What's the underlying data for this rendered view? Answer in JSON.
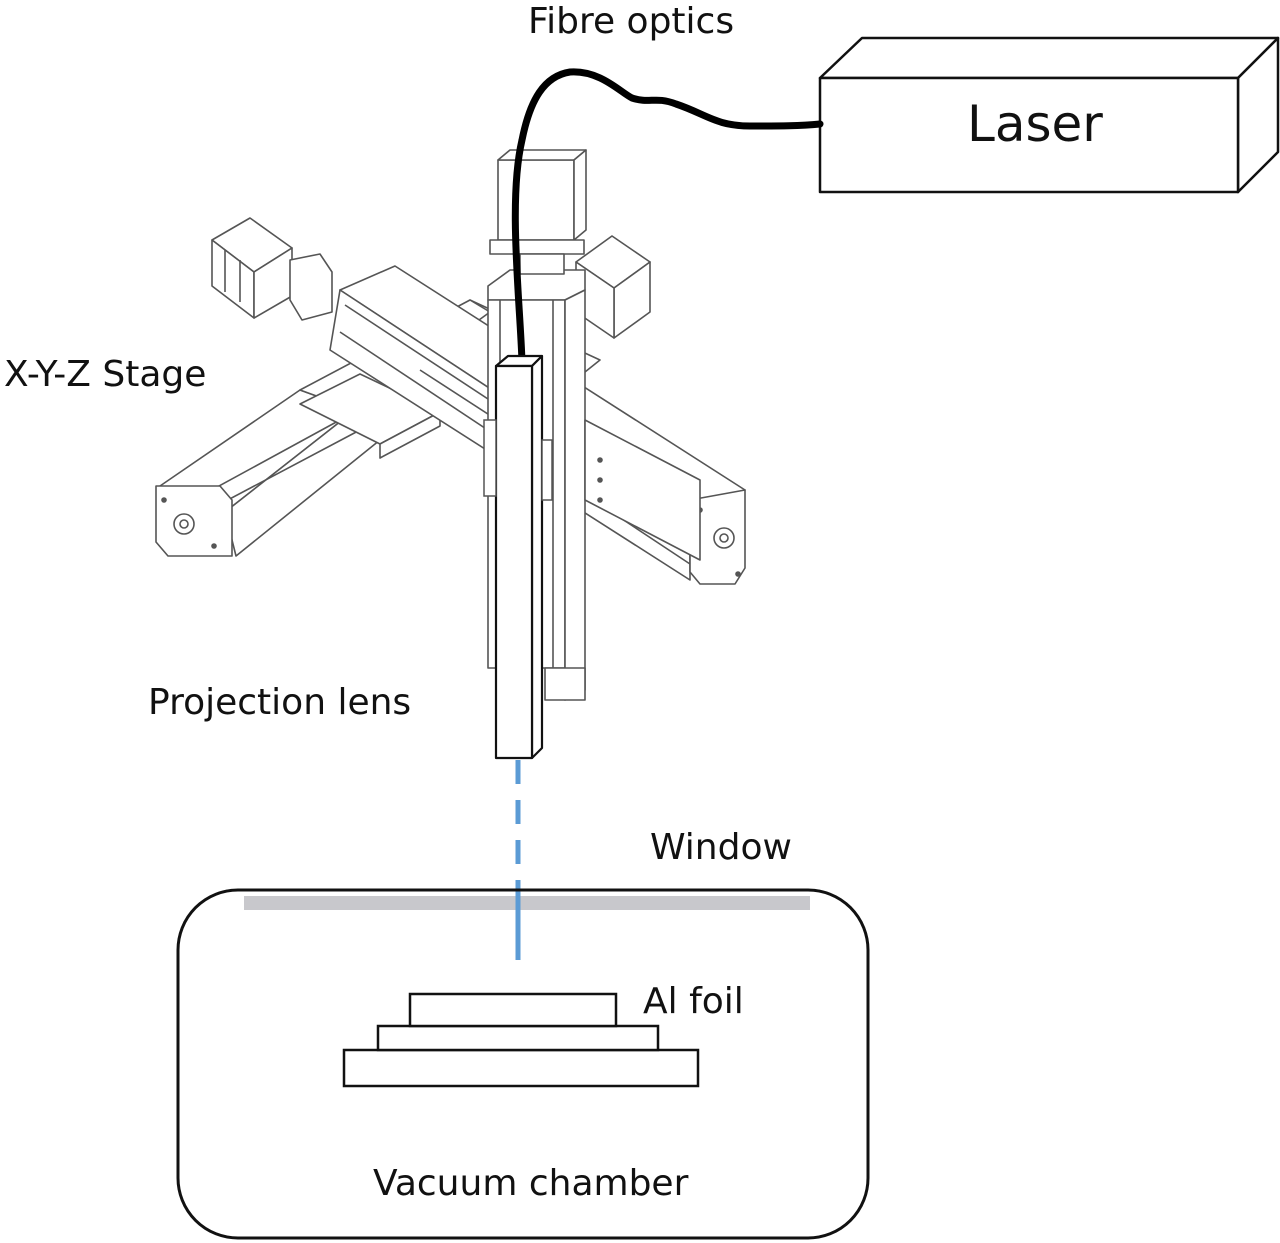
{
  "labels": {
    "fibre_optics": "Fibre optics",
    "laser": "Laser",
    "xyz_stage": "X-Y-Z Stage",
    "projection_lens": "Projection lens",
    "window": "Window",
    "al_foil": "Al foil",
    "vacuum_chamber": "Vacuum chamber"
  },
  "colors": {
    "outline": "#111111",
    "stage_line": "#666666",
    "fibre": "#000000",
    "beam": "#5b9bd5",
    "window": "#c8c8cc"
  }
}
